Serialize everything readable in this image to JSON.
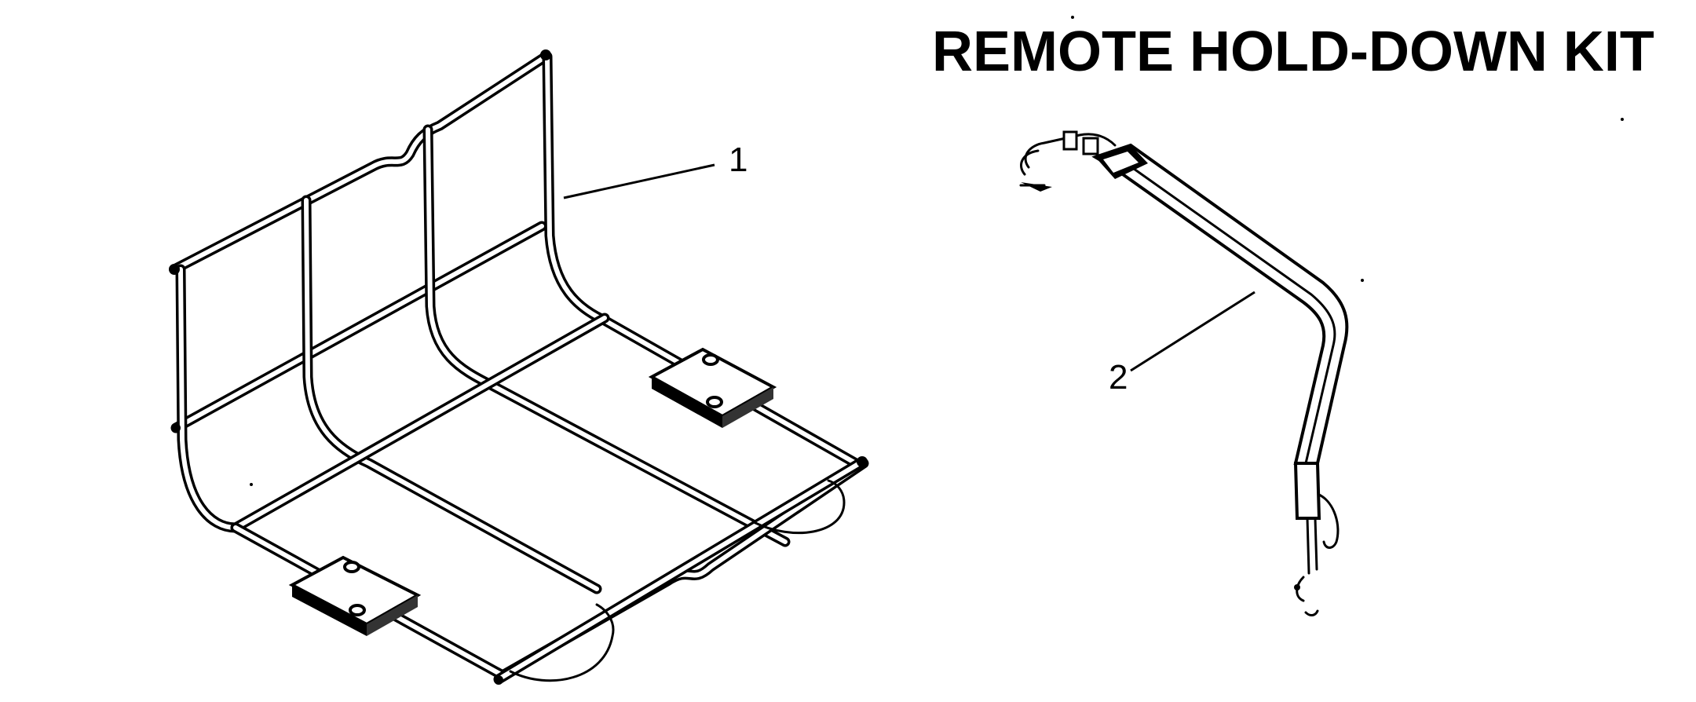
{
  "title": "REMOTE HOLD-DOWN KIT",
  "callouts": [
    {
      "label": "1",
      "part": "wire-basket-frame"
    },
    {
      "label": "2",
      "part": "hold-down-strap"
    }
  ],
  "colors": {
    "ink": "#000000",
    "paper": "#ffffff"
  }
}
